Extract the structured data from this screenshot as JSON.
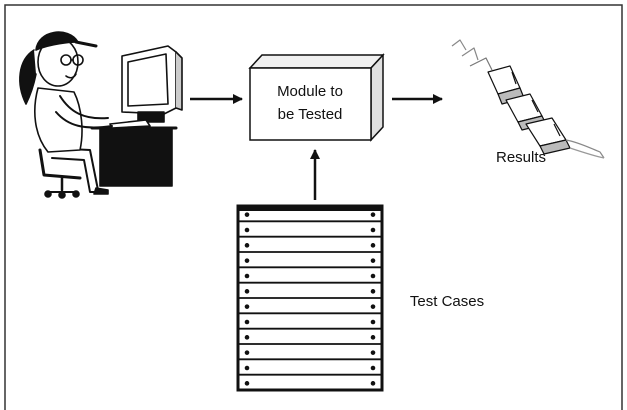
{
  "module_box": {
    "line1": "Module to",
    "line2": "be Tested"
  },
  "results_label": "Results",
  "test_cases_label": "Test Cases",
  "icons": {
    "tester": "person-at-computer-icon",
    "results": "paper-printout-icon",
    "test_cases": "stacked-test-cases-icon"
  },
  "colors": {
    "ink": "#111111",
    "box_face": "#ffffff",
    "box_side": "#e0e0e0",
    "box_top": "#f0f0f0",
    "frame": "#333333"
  }
}
